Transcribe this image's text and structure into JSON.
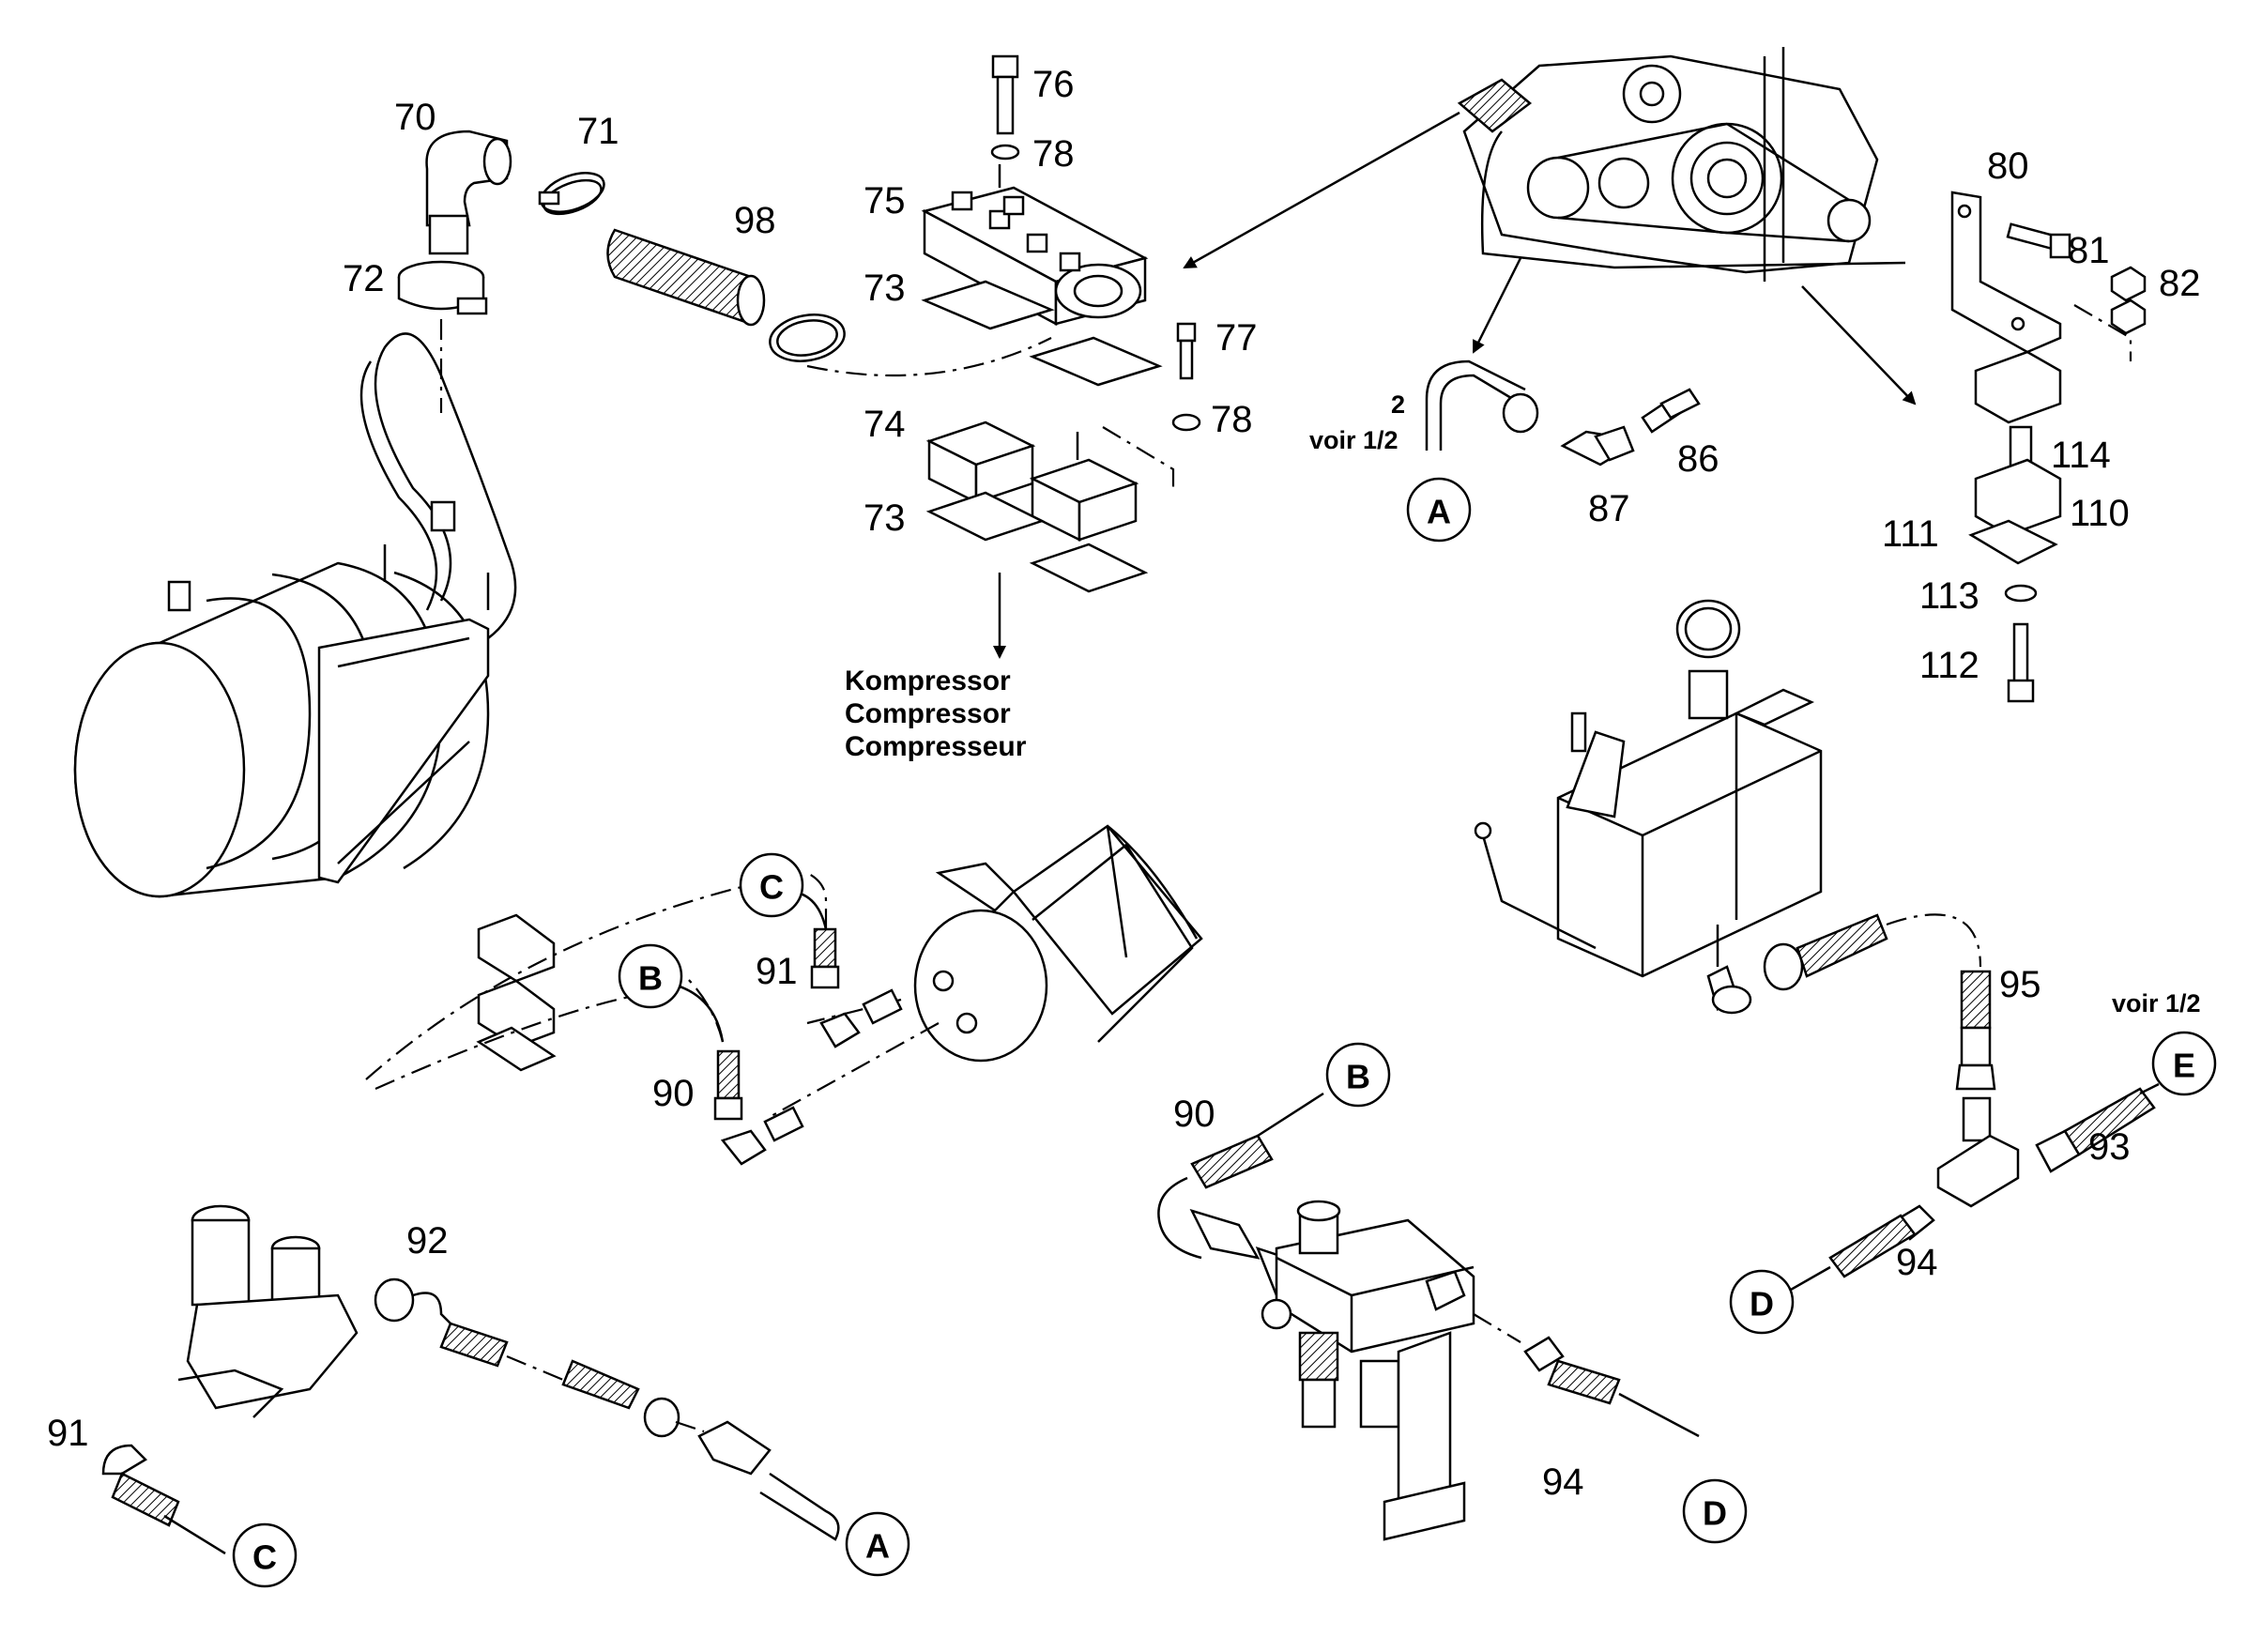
{
  "compressor_label": [
    "Kompressor",
    "Compressor",
    "Compresseur"
  ],
  "callouts": {
    "c70": "70",
    "c71": "71",
    "c72": "72",
    "c73a": "73",
    "c73b": "73",
    "c74": "74",
    "c75": "75",
    "c76": "76",
    "c77": "77",
    "c78a": "78",
    "c78b": "78",
    "c80": "80",
    "c81": "81",
    "c82": "82",
    "c86": "86",
    "c87": "87",
    "c90a": "90",
    "c90b": "90",
    "c91a": "91",
    "c91b": "91",
    "c92": "92",
    "c93": "93",
    "c94a": "94",
    "c94b": "94",
    "c95": "95",
    "c98": "98",
    "c110": "110",
    "c111": "111",
    "c112": "112",
    "c113": "113",
    "c114": "114"
  },
  "voir_a": {
    "line1": "2",
    "line2": "voir 1/2"
  },
  "voir_e": "voir 1/2",
  "connectors": {
    "a1": "A",
    "a2": "A",
    "b1": "B",
    "b2": "B",
    "c1": "C",
    "c2": "C",
    "d1": "D",
    "d2": "D",
    "e1": "E"
  }
}
